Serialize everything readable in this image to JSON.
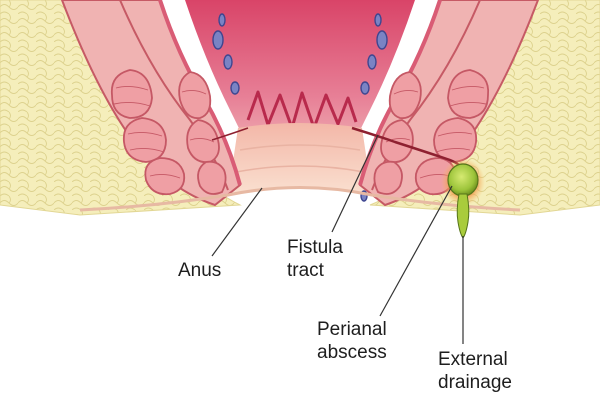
{
  "labels": {
    "anus": "Anus",
    "fistula_tract": [
      "Fistula",
      "tract"
    ],
    "perianal_abscess": [
      "Perianal",
      "abscess"
    ],
    "external_drainage": [
      "External",
      "drainage"
    ]
  },
  "colors": {
    "fat": "#f3ecb0",
    "fat_line": "#d9cf86",
    "muscle": "#eea3a6",
    "muscle_dark": "#c9606a",
    "mucosa": "#e3627f",
    "canal": "#d9486a",
    "skin": "#f6d2be",
    "vessel": "#5a62a8",
    "abscess": "#9cc43a",
    "abscess_glow": "#f08a3c",
    "tract": "#8e2030",
    "leader": "#333333"
  }
}
